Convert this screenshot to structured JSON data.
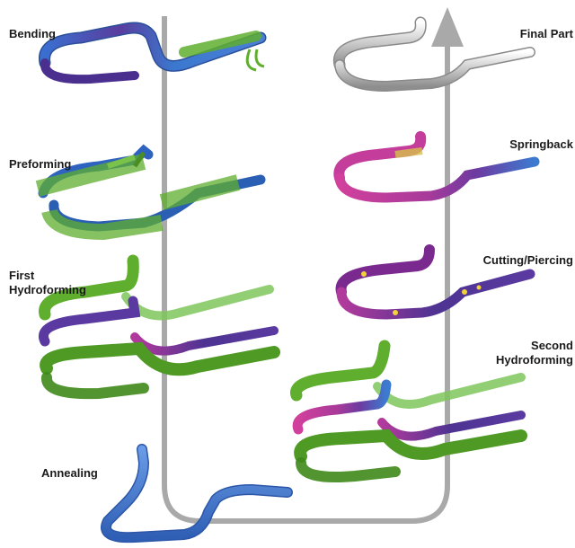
{
  "steps": {
    "bending": "Bending",
    "preforming": "Preforming",
    "first_hydroforming": "First\nHydroforming",
    "annealing": "Annealing",
    "second_hydroforming": "Second\nHydroforming",
    "cutting_piercing": "Cutting/Piercing",
    "springback": "Springback",
    "final_part": "Final Part"
  },
  "colors": {
    "flow_arrow": "#a9a9a9",
    "tube_blue": "#3f74c9",
    "tube_magenta": "#c43d9a",
    "tube_purple": "#5b3596",
    "die_green": "#5fae2e",
    "final_silver": "#d8d8d8"
  }
}
